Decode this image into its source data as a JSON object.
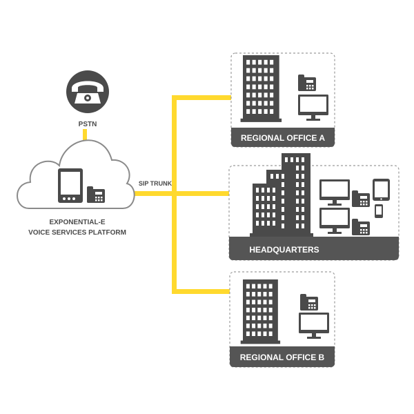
{
  "colors": {
    "accent_yellow": "#FFD92E",
    "dark_gray": "#4a4a4a",
    "banner_gray": "#555555",
    "light_gray": "#9a9a9a",
    "white": "#ffffff"
  },
  "pstn": {
    "label": "PSTN",
    "icon": "telephone-icon"
  },
  "platform": {
    "line1": "EXPONENTIAL-E",
    "line2": "VOICE SERVICES PLATFORM",
    "icons": [
      "server-icon",
      "desk-phone-icon"
    ]
  },
  "trunk": {
    "label": "SIP TRUNK"
  },
  "offices": [
    {
      "id": "regional-a",
      "name": "REGIONAL OFFICE A",
      "icons": [
        "office-building-icon",
        "desk-phone-icon",
        "monitor-icon"
      ]
    },
    {
      "id": "headquarters",
      "name": "HEADQUARTERS",
      "icons": [
        "office-tower-icon",
        "monitor-icon",
        "desk-phone-icon",
        "tablet-icon",
        "smartphone-icon"
      ]
    },
    {
      "id": "regional-b",
      "name": "REGIONAL OFFICE B",
      "icons": [
        "office-building-icon",
        "desk-phone-icon",
        "monitor-icon"
      ]
    }
  ]
}
